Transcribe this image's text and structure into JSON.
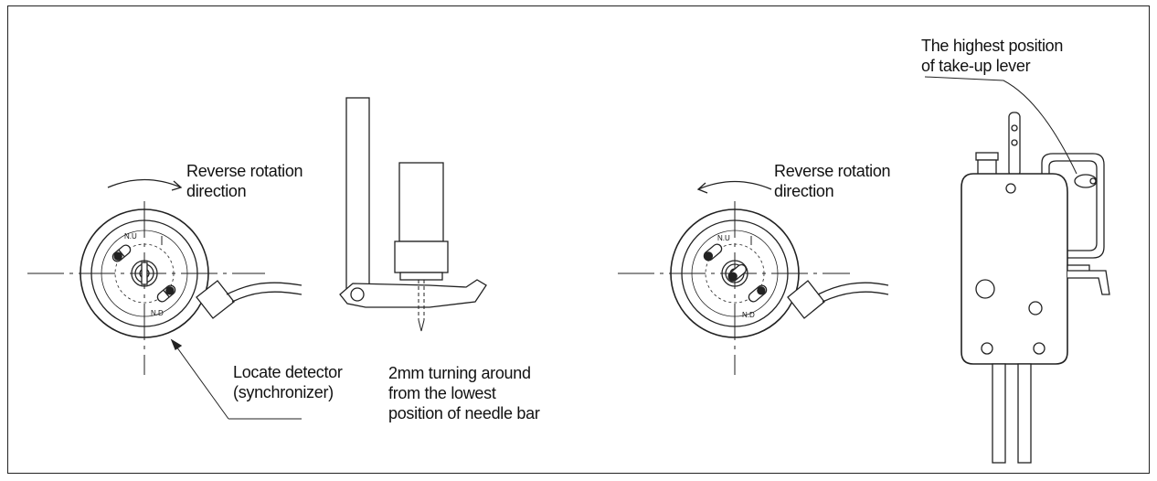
{
  "figure": {
    "label_left_rotation": "Reverse rotation\ndirection",
    "label_right_rotation": "Reverse rotation\ndirection",
    "label_detector": "Locate detector\n(synchronizer)",
    "label_needle_turn": "2mm turning around\nfrom the lowest\nposition of needle bar",
    "label_takeup": "The highest position\nof take-up lever",
    "marker_nu_left": "N.U",
    "marker_nd_left": "N.D",
    "marker_nu_right": "N.U",
    "marker_nd_right": "N.D"
  }
}
